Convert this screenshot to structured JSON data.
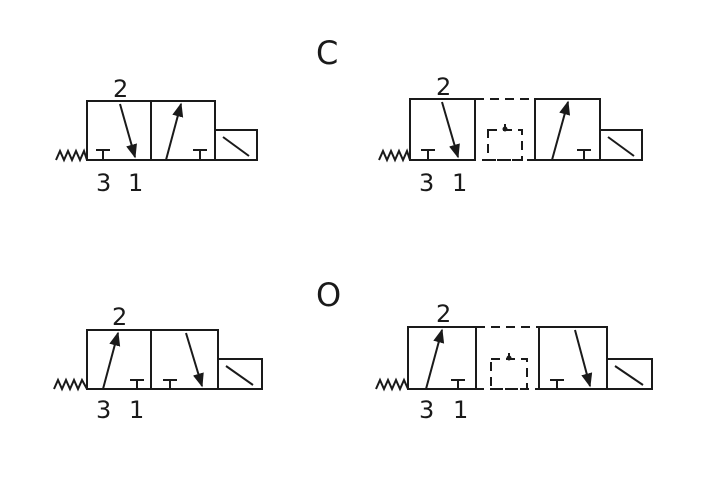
{
  "headings": {
    "normally_closed": "C",
    "normally_open": "O"
  },
  "ports": {
    "work": "2",
    "exhaust": "3",
    "supply": "1"
  },
  "valves": [
    {
      "type": "normally-closed",
      "variant": "standard"
    },
    {
      "type": "normally-closed",
      "variant": "with-intermediate-position"
    },
    {
      "type": "normally-open",
      "variant": "standard"
    },
    {
      "type": "normally-open",
      "variant": "with-intermediate-position"
    }
  ]
}
